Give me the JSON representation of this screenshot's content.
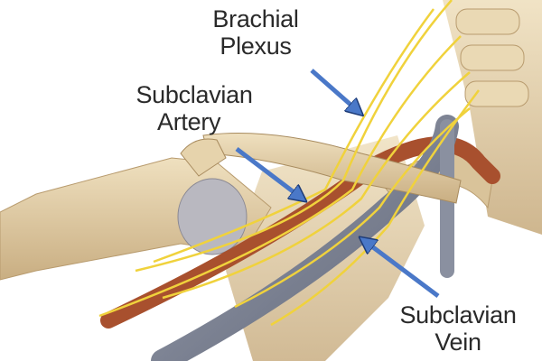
{
  "labels": {
    "brachial_plexus": {
      "line1": "Brachial",
      "line2": "Plexus"
    },
    "subclavian_artery": {
      "line1": "Subclavian",
      "line2": "Artery"
    },
    "subclavian_vein": {
      "line1": "Subclavian",
      "line2": "Vein"
    }
  },
  "colors": {
    "bone": "#e6d3ac",
    "bone_shadow": "#c7ad80",
    "artery": "#a8502e",
    "vein": "#7c8192",
    "nerve": "#f0d23c",
    "arrow": "#4a78c8"
  }
}
